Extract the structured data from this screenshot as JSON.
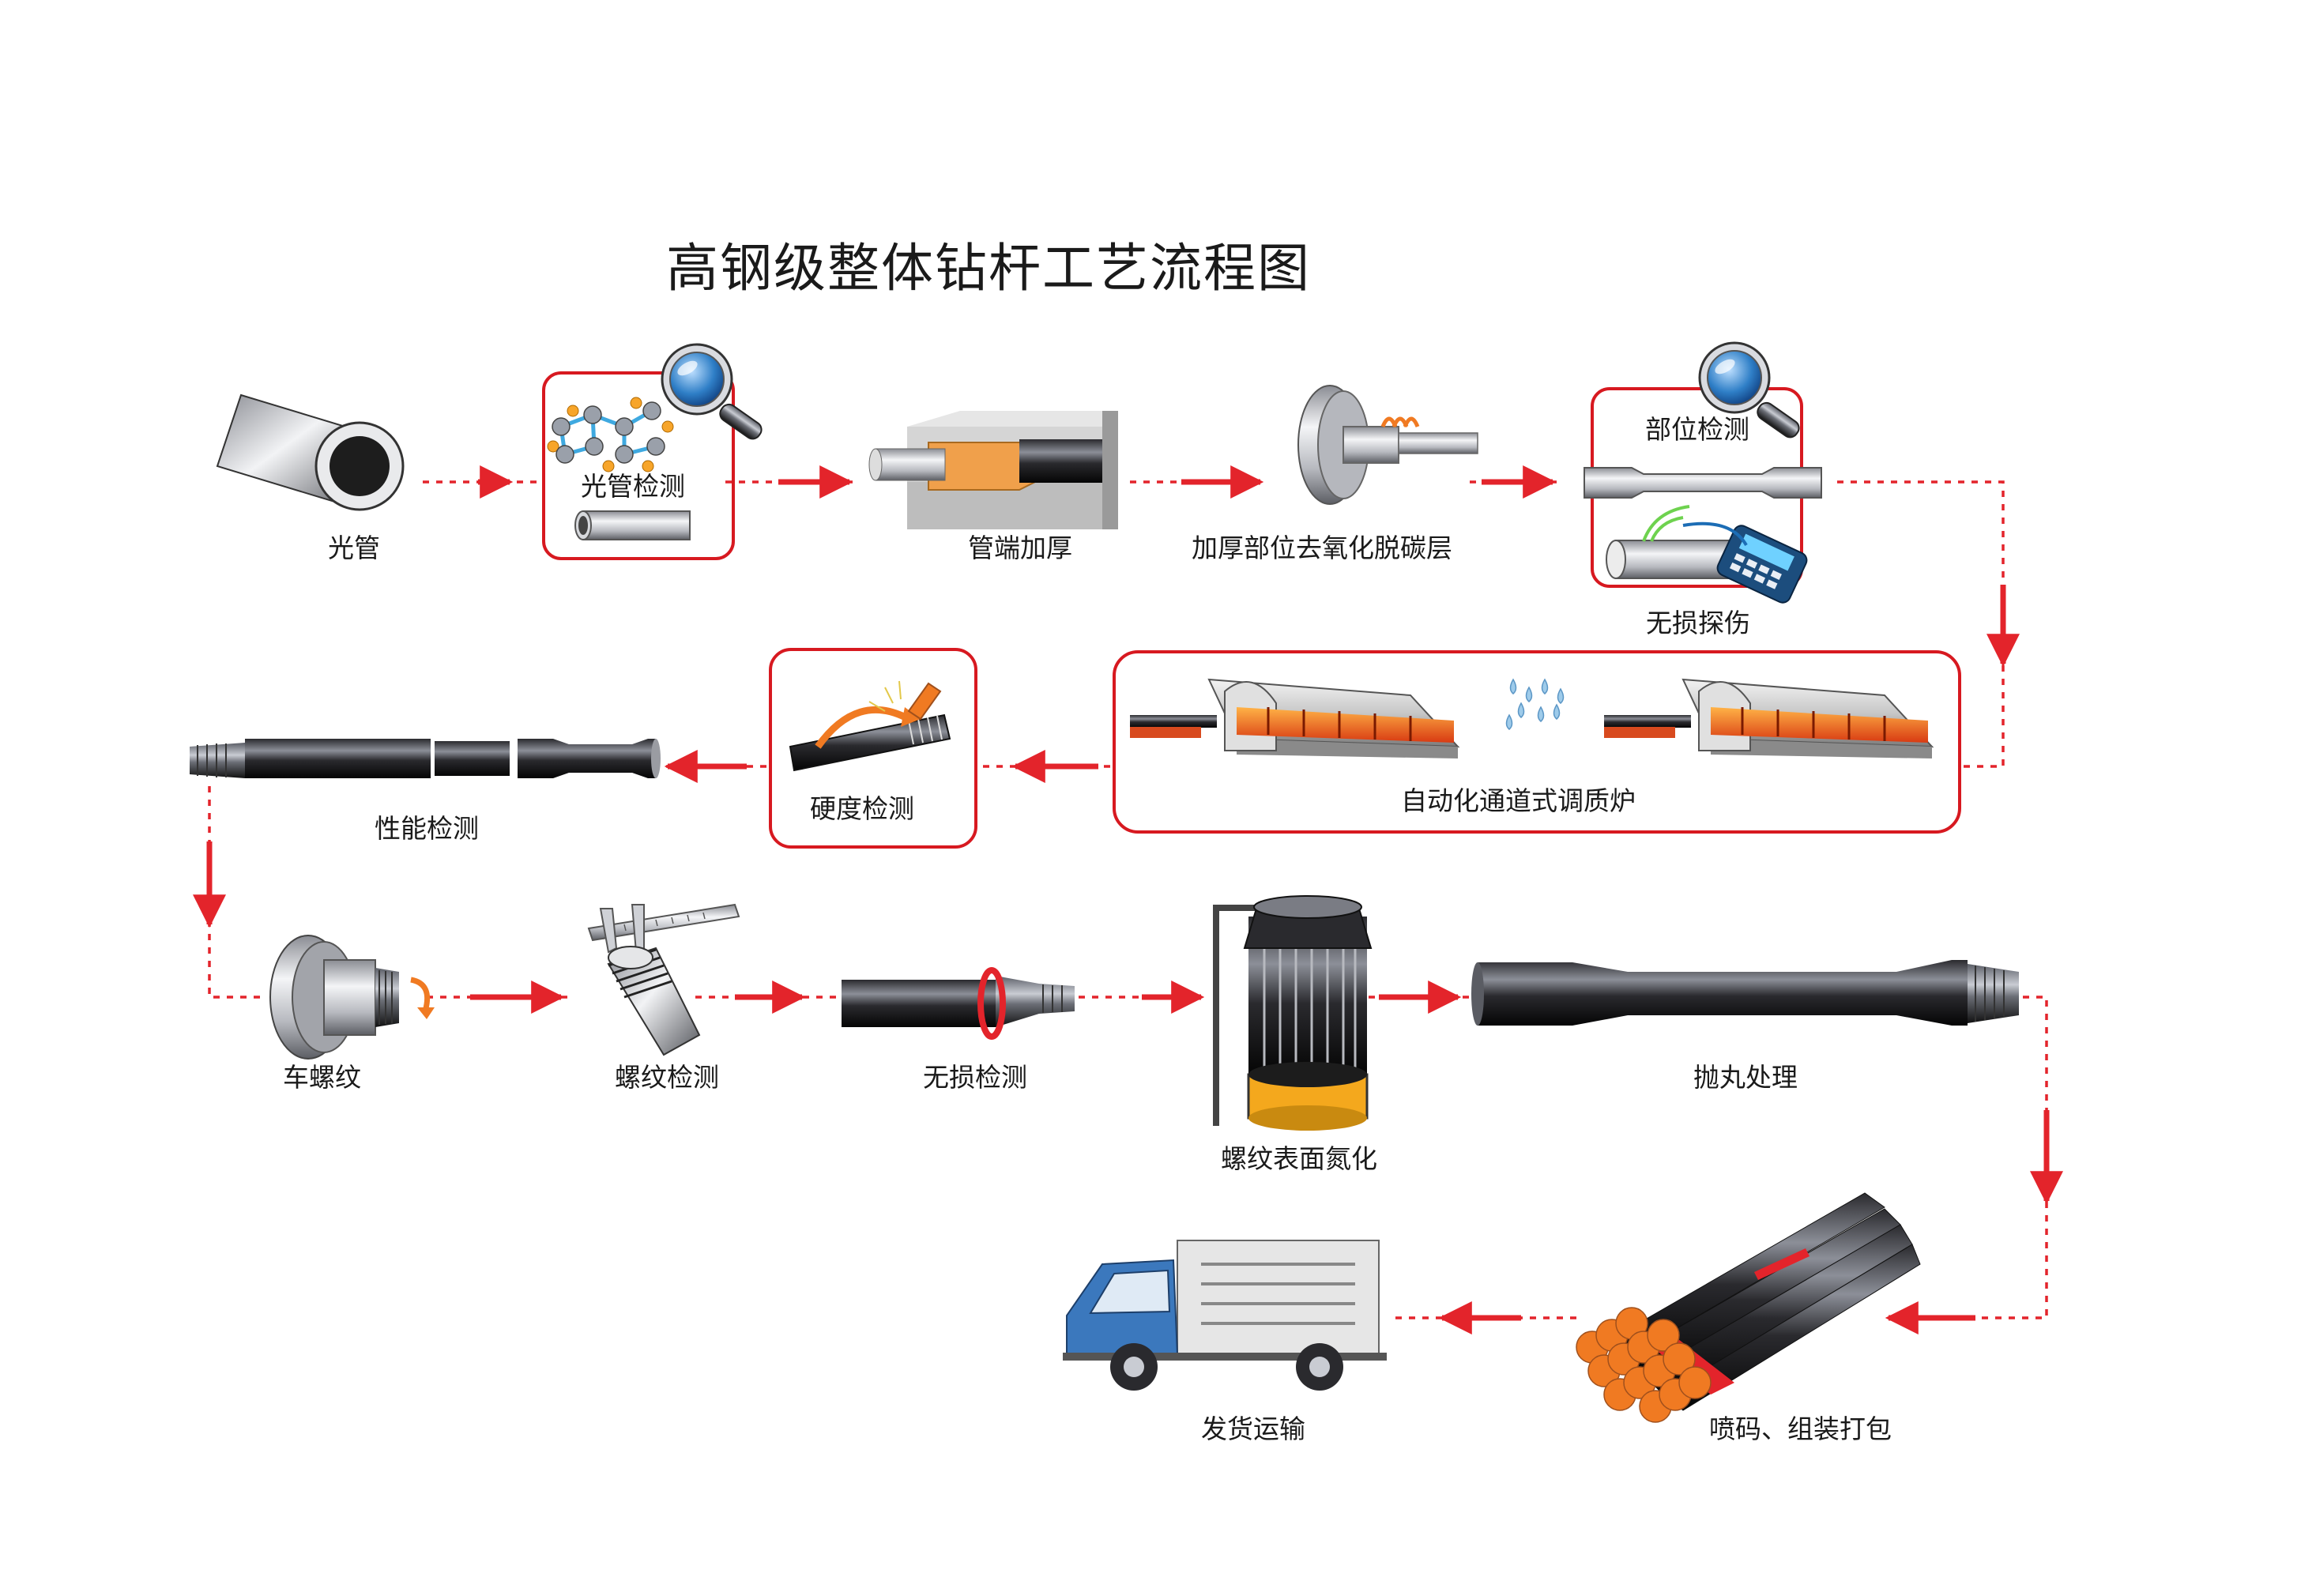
{
  "title": "高钢级整体钻杆工艺流程图",
  "steps": {
    "bare_pipe": "光管",
    "bare_pipe_inspection": "光管检测",
    "pipe_end_upsetting": "管端加厚",
    "upset_decarburization_removal": "加厚部位去氧化脱碳层",
    "position_inspection": "部位检测",
    "nondestructive_flaw_detection": "无损探伤",
    "automatic_tunnel_furnace": "自动化通道式调质炉",
    "hardness_test": "硬度检测",
    "performance_test": "性能检测",
    "thread_turning": "车螺纹",
    "thread_inspection": "螺纹检测",
    "nondestructive_test": "无损检测",
    "thread_surface_nitriding": "螺纹表面氮化",
    "shot_blasting": "抛丸处理",
    "marking_packing": "喷码、组装打包",
    "shipping": "发货运输"
  },
  "icons": [
    "tube-icon",
    "molecule-icon",
    "magnifier-icon",
    "upsetting-die-icon",
    "grinding-wheel-icon",
    "pipe-icon",
    "ultrasonic-detector-icon",
    "furnace-icon",
    "water-drops-icon",
    "hardness-tester-icon",
    "drill-pipe-icon",
    "lathe-chuck-icon",
    "caliper-icon",
    "coil-ring-icon",
    "nitriding-tank-icon",
    "pipe-bundle-icon",
    "truck-icon"
  ],
  "colors": {
    "accent_red": "#e3242b",
    "box_red": "#d71920",
    "steel_dark": "#2a2a2e",
    "flame_orange": "#f07a22",
    "upset_orange": "#f0a04b",
    "magnifier_blue": "#2f7fc7",
    "truck_blue": "#3b78bd"
  }
}
